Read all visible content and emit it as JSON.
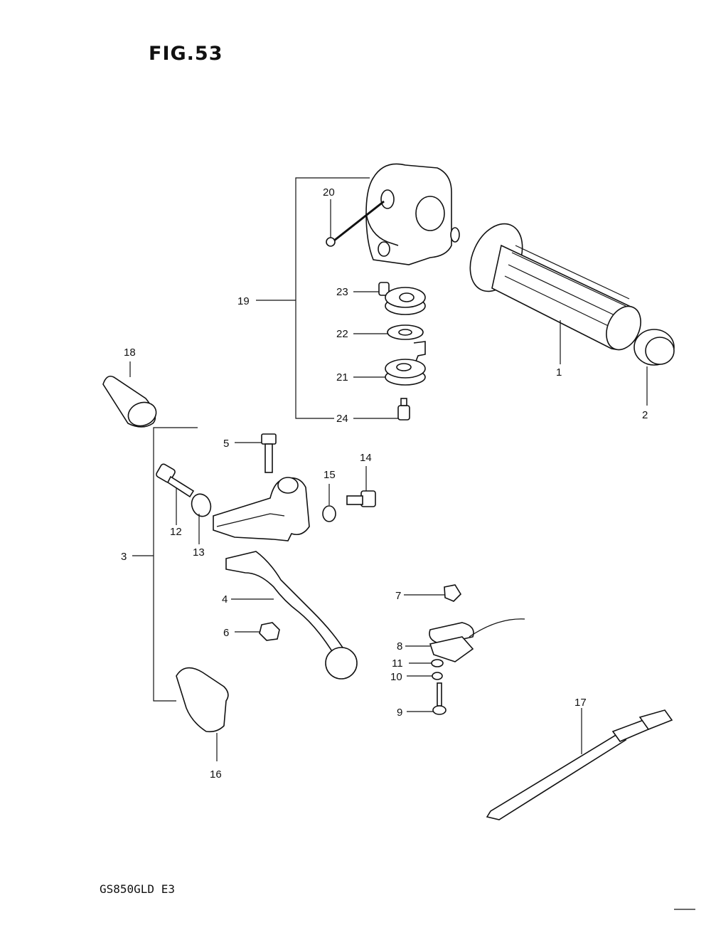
{
  "figure": {
    "title": "FIG.53",
    "model_code": "GS850GLD E3"
  },
  "callouts": [
    {
      "id": "1",
      "text": "1"
    },
    {
      "id": "2",
      "text": "2"
    },
    {
      "id": "3",
      "text": "3"
    },
    {
      "id": "4",
      "text": "4"
    },
    {
      "id": "5",
      "text": "5"
    },
    {
      "id": "6",
      "text": "6"
    },
    {
      "id": "7",
      "text": "7"
    },
    {
      "id": "8",
      "text": "8"
    },
    {
      "id": "9",
      "text": "9"
    },
    {
      "id": "10",
      "text": "10"
    },
    {
      "id": "11",
      "text": "11"
    },
    {
      "id": "12",
      "text": "12"
    },
    {
      "id": "13",
      "text": "13"
    },
    {
      "id": "14",
      "text": "14"
    },
    {
      "id": "15",
      "text": "15"
    },
    {
      "id": "16",
      "text": "16"
    },
    {
      "id": "17",
      "text": "17"
    },
    {
      "id": "18",
      "text": "18"
    },
    {
      "id": "19",
      "text": "19"
    },
    {
      "id": "20",
      "text": "20"
    },
    {
      "id": "21",
      "text": "21"
    },
    {
      "id": "22",
      "text": "22"
    },
    {
      "id": "23",
      "text": "23"
    },
    {
      "id": "24",
      "text": "24"
    }
  ]
}
